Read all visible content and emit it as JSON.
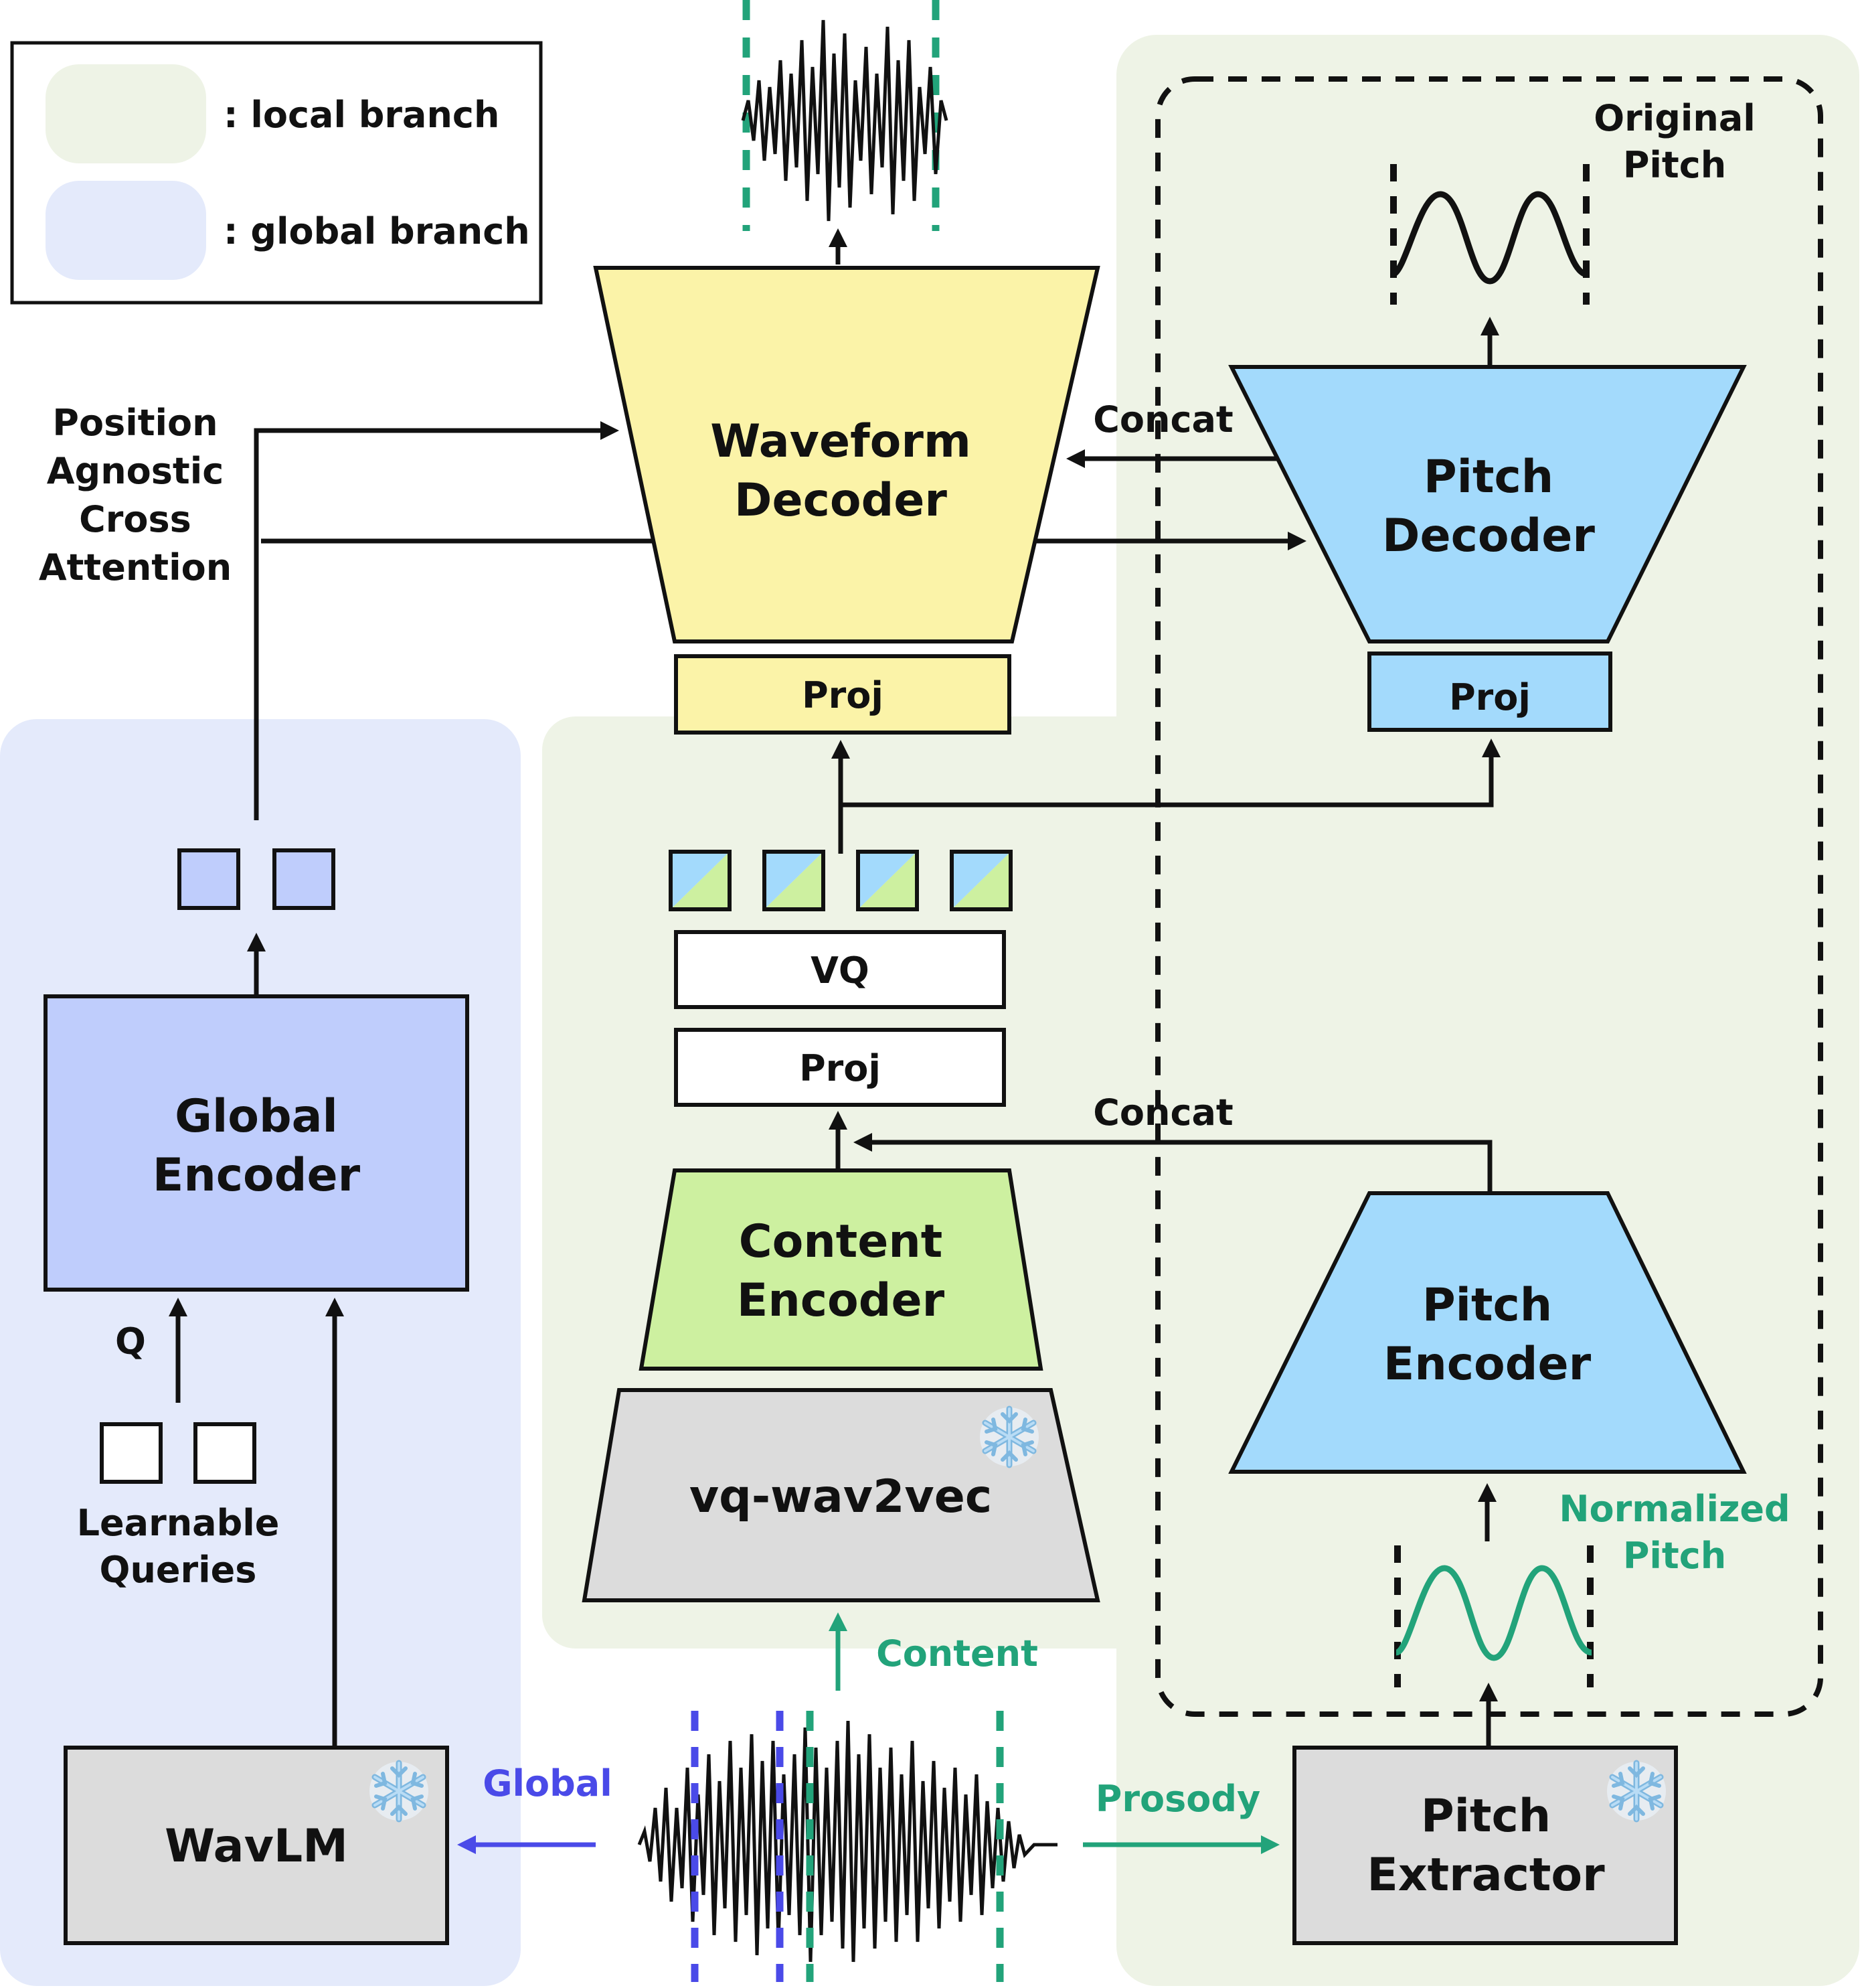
{
  "legend": {
    "local_label": ": local branch",
    "global_label": ": global branch"
  },
  "colors": {
    "local_bg": "#eef3e6",
    "global_bg": "#e4eafb",
    "waveform_decoder": "#fbf3a8",
    "pitch_blue": "#a3dafc",
    "content_green": "#cdf0a0",
    "global_encoder": "#bfcdfc",
    "frozen_gray": "#dcdcdc",
    "teal": "#22a37a",
    "global_arrow": "#4a4ae8"
  },
  "blocks": {
    "waveform_decoder": [
      "Waveform",
      "Decoder"
    ],
    "pitch_decoder": [
      "Pitch",
      "Decoder"
    ],
    "content_encoder": [
      "Content",
      "Encoder"
    ],
    "pitch_encoder": [
      "Pitch",
      "Encoder"
    ],
    "global_encoder": [
      "Global",
      "Encoder"
    ],
    "vq_wav2vec": "vq-wav2vec",
    "wavlm": "WavLM",
    "pitch_extractor": [
      "Pitch",
      "Extractor"
    ],
    "proj": "Proj",
    "vq": "VQ"
  },
  "labels": {
    "position_agnostic": [
      "Position",
      "Agnostic",
      "Cross",
      "Attention"
    ],
    "concat": "Concat",
    "original_pitch": [
      "Original",
      "Pitch"
    ],
    "normalized_pitch": [
      "Normalized",
      "Pitch"
    ],
    "learnable_queries": [
      "Learnable",
      "Queries"
    ],
    "q": "Q",
    "content": "Content",
    "global": "Global",
    "prosody": "Prosody"
  },
  "icons": {
    "frozen": "snowflake-icon"
  }
}
